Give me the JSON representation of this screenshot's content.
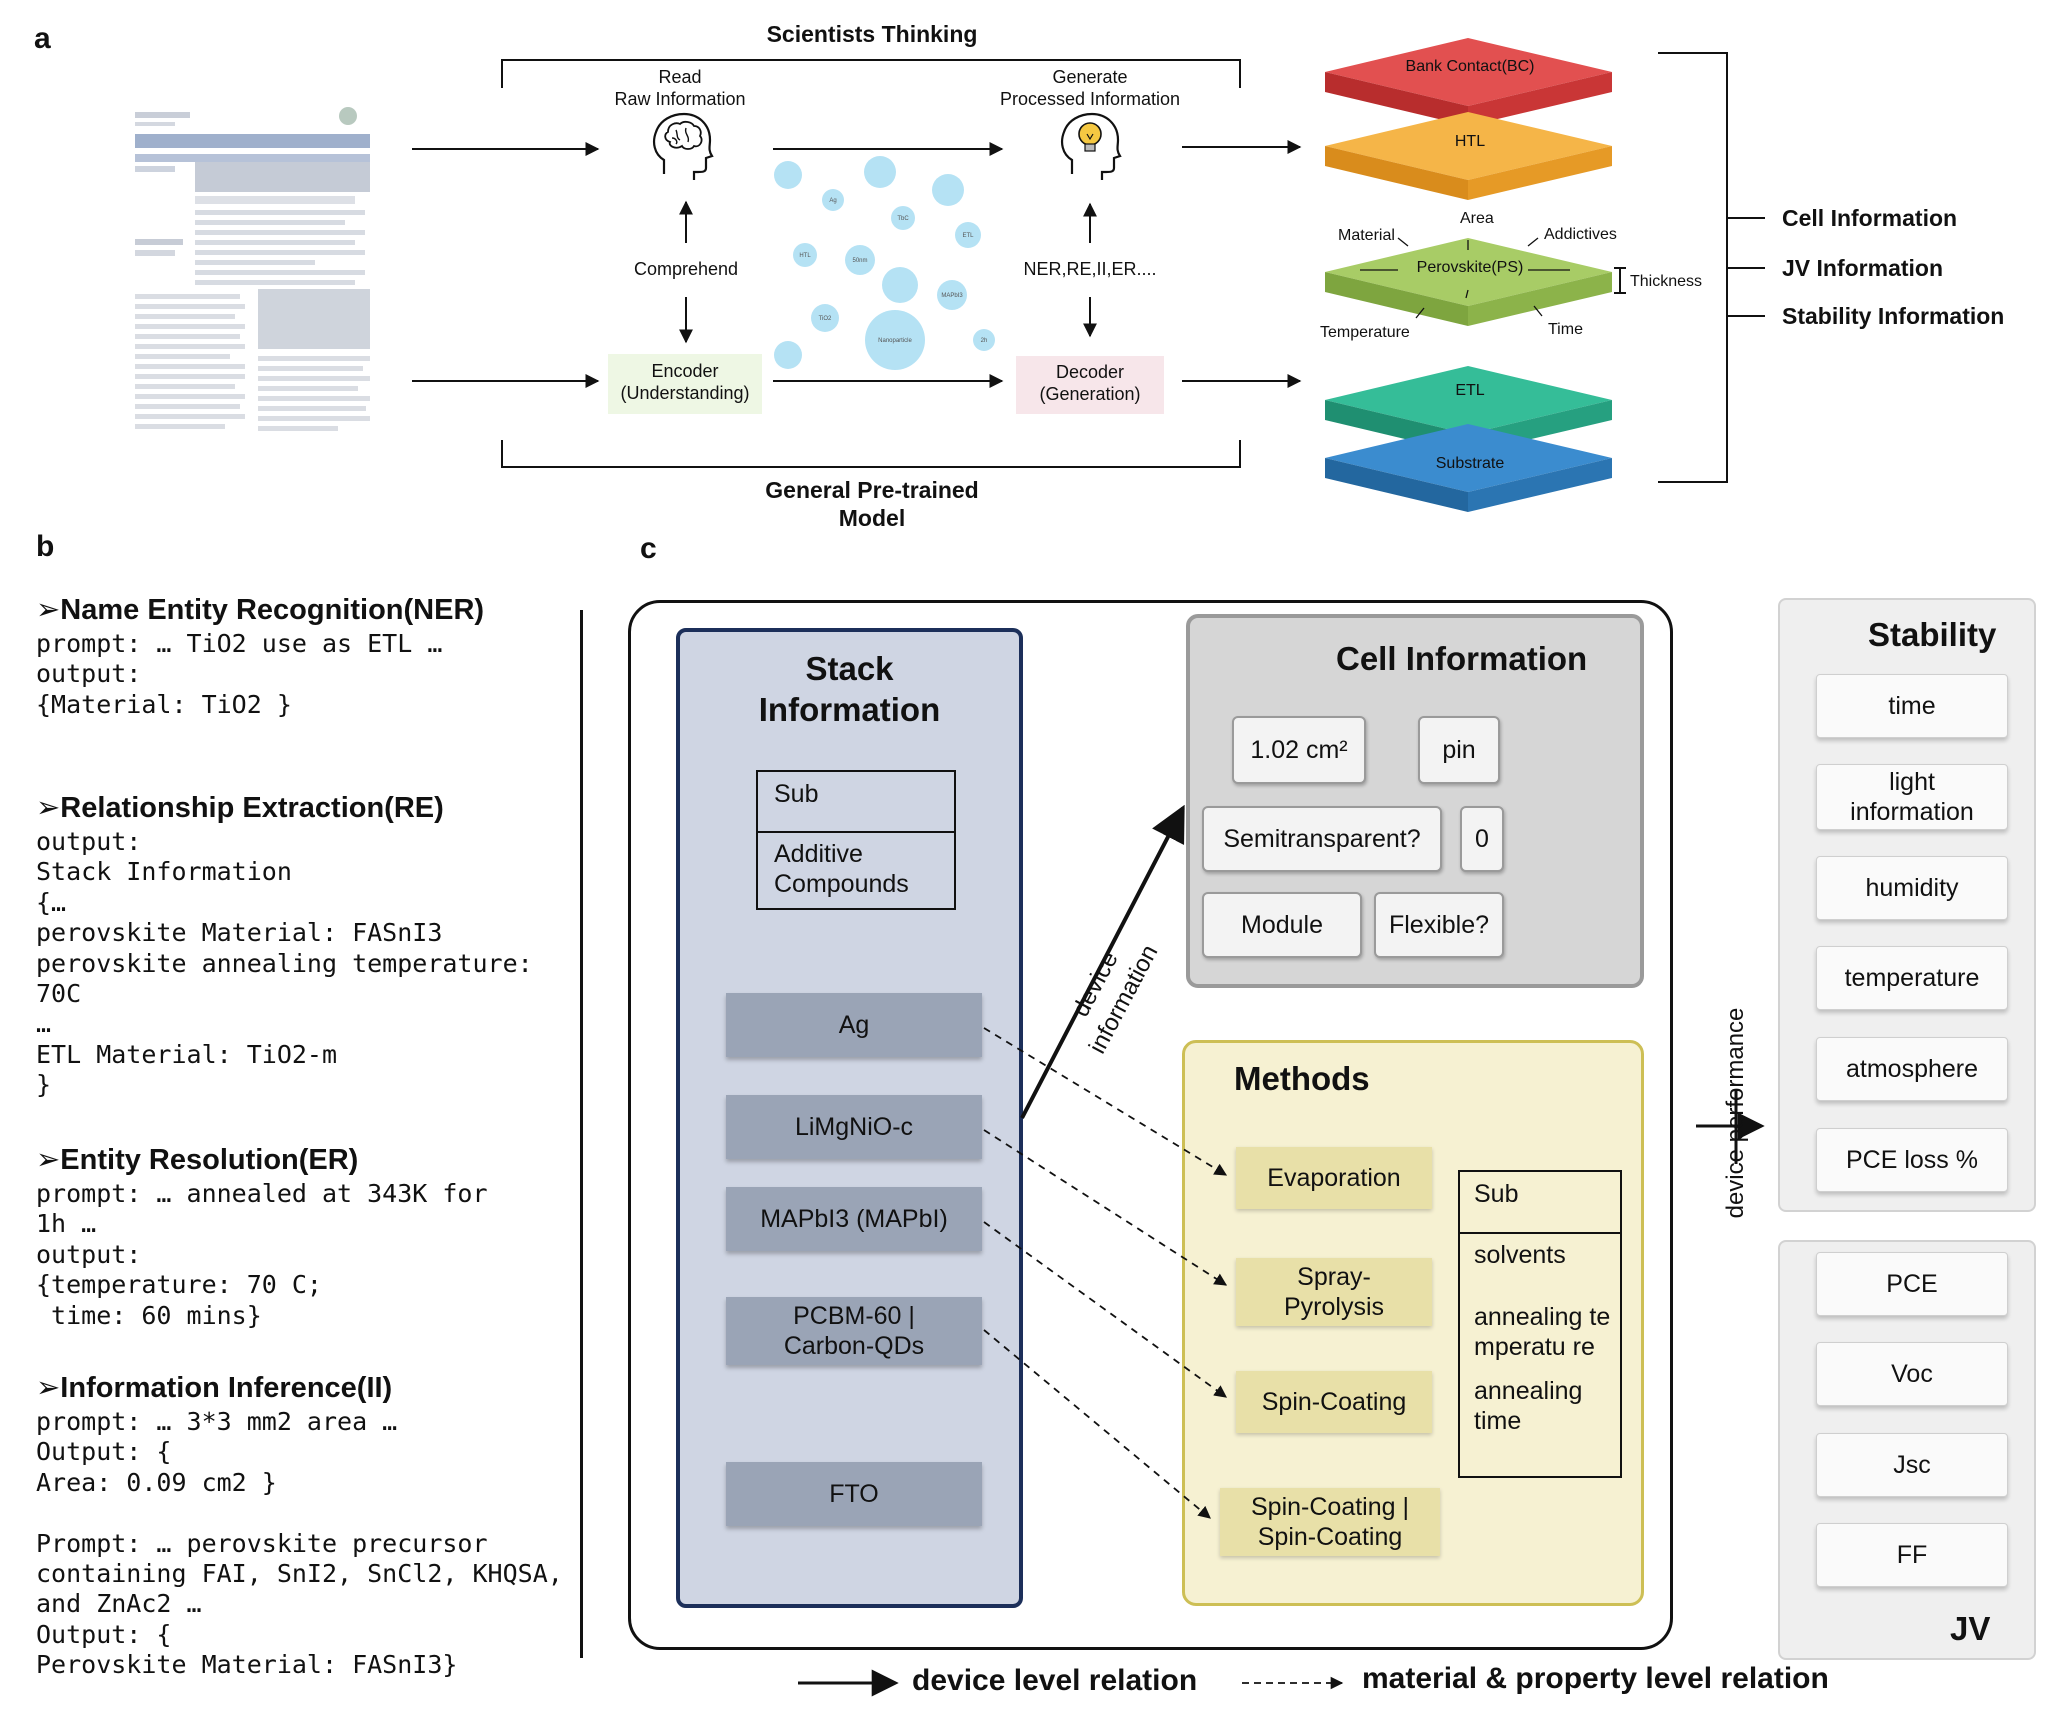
{
  "panel_a": {
    "letter": "a",
    "top_title": "Scientists Thinking",
    "read_label": [
      "Read",
      "Raw Information"
    ],
    "generate_label": [
      "Generate",
      "Processed Information"
    ],
    "comprehend": "Comprehend",
    "tasks": "NER,RE,II,ER....",
    "encoder": [
      "Encoder",
      "(Understanding)"
    ],
    "decoder": [
      "Decoder",
      "(Generation)"
    ],
    "bottom_title": [
      "General Pre-trained",
      "Model"
    ],
    "bubbles": [
      "Ag",
      "TbC",
      "ETL",
      "HTL",
      "50nm",
      "MAPbI3",
      "TiO2",
      "Nanoparticle",
      "2h"
    ],
    "stack_layers": [
      "Bank Contact(BC)",
      "HTL",
      "Perovskite(PS)",
      "ETL",
      "Substrate"
    ],
    "ps_labels": {
      "area": "Area",
      "material": "Material",
      "addictives": "Addictives",
      "thickness": "Thickness",
      "temperature": "Temperature",
      "time": "Time"
    },
    "outputs": [
      "Cell Information",
      "JV Information",
      "Stability Information"
    ]
  },
  "panel_b": {
    "letter": "b",
    "sections": [
      {
        "heading": "➢Name Entity Recognition(NER)",
        "code": "prompt: … TiO2 use as ETL …\noutput:\n{Material: TiO2 }"
      },
      {
        "heading": "➢Relationship Extraction(RE)",
        "code": "output:\nStack Information\n{…\nperovskite Material: FASnI3\nperovskite annealing temperature:\n70C\n…\nETL Material: TiO2-m\n}"
      },
      {
        "heading": "➢Entity Resolution(ER)",
        "code": "prompt: … annealed at 343K for\n1h …\noutput:\n{temperature: 70 C;\n time: 60 mins}"
      },
      {
        "heading": "➢Information Inference(II)",
        "code": "prompt: … 3*3 mm2 area …\nOutput: {\nArea: 0.09 cm2 }\n\nPrompt: … perovskite precursor\ncontaining FAI, SnI2, SnCl2, KHQSA,\nand ZnAc2 …\nOutput: {\nPerovskite Material: FASnI3}"
      }
    ]
  },
  "panel_c": {
    "letter": "c",
    "stack": {
      "title": [
        "Stack",
        "Information"
      ],
      "table": [
        "Sub",
        "Additive Compounds"
      ],
      "layers": [
        "Ag",
        "LiMgNiO-c",
        "MAPbI3 (MAPbI)",
        "PCBM-60 | Carbon-QDs",
        "FTO"
      ]
    },
    "device_information": [
      "device",
      "information"
    ],
    "cell": {
      "title": "Cell Information",
      "area": "1.02 cm²",
      "pin": "pin",
      "semitransparent": "Semitransparent?",
      "zero": "0",
      "module": "Module",
      "flexible": "Flexible?"
    },
    "methods": {
      "title": "Methods",
      "items": [
        "Evaporation",
        "Spray-Pyrolysis",
        "Spin-Coating",
        "Spin-Coating | Spin-Coating"
      ],
      "table": [
        "Sub",
        "solvents",
        "annealing temperatu re",
        "annealing time"
      ]
    },
    "device_performance": [
      "device",
      "performance"
    ],
    "stability": {
      "title": "Stability",
      "items": [
        "time",
        "light information",
        "humidity",
        "temperature",
        "atmosphere",
        "PCE loss %"
      ]
    },
    "jv": {
      "title": "JV",
      "items": [
        "PCE",
        "Voc",
        "Jsc",
        "FF"
      ]
    },
    "legend": {
      "device_level": "device level relation",
      "material_level": "material & property level relation"
    }
  },
  "colors": {
    "bc": "#d23b3b",
    "htl": "#f0a22e",
    "ps": "#9cc35a",
    "etl": "#2bab8a",
    "substrate": "#2f7ec0",
    "stack_panel": "#cfd5e3",
    "stack_border": "#1c2f5a",
    "methods_panel": "#f6f1d2",
    "methods_border": "#cdbf55",
    "encoder": "#eef7e4",
    "decoder": "#f7e6ea",
    "bubble": "#a9ddf3"
  }
}
